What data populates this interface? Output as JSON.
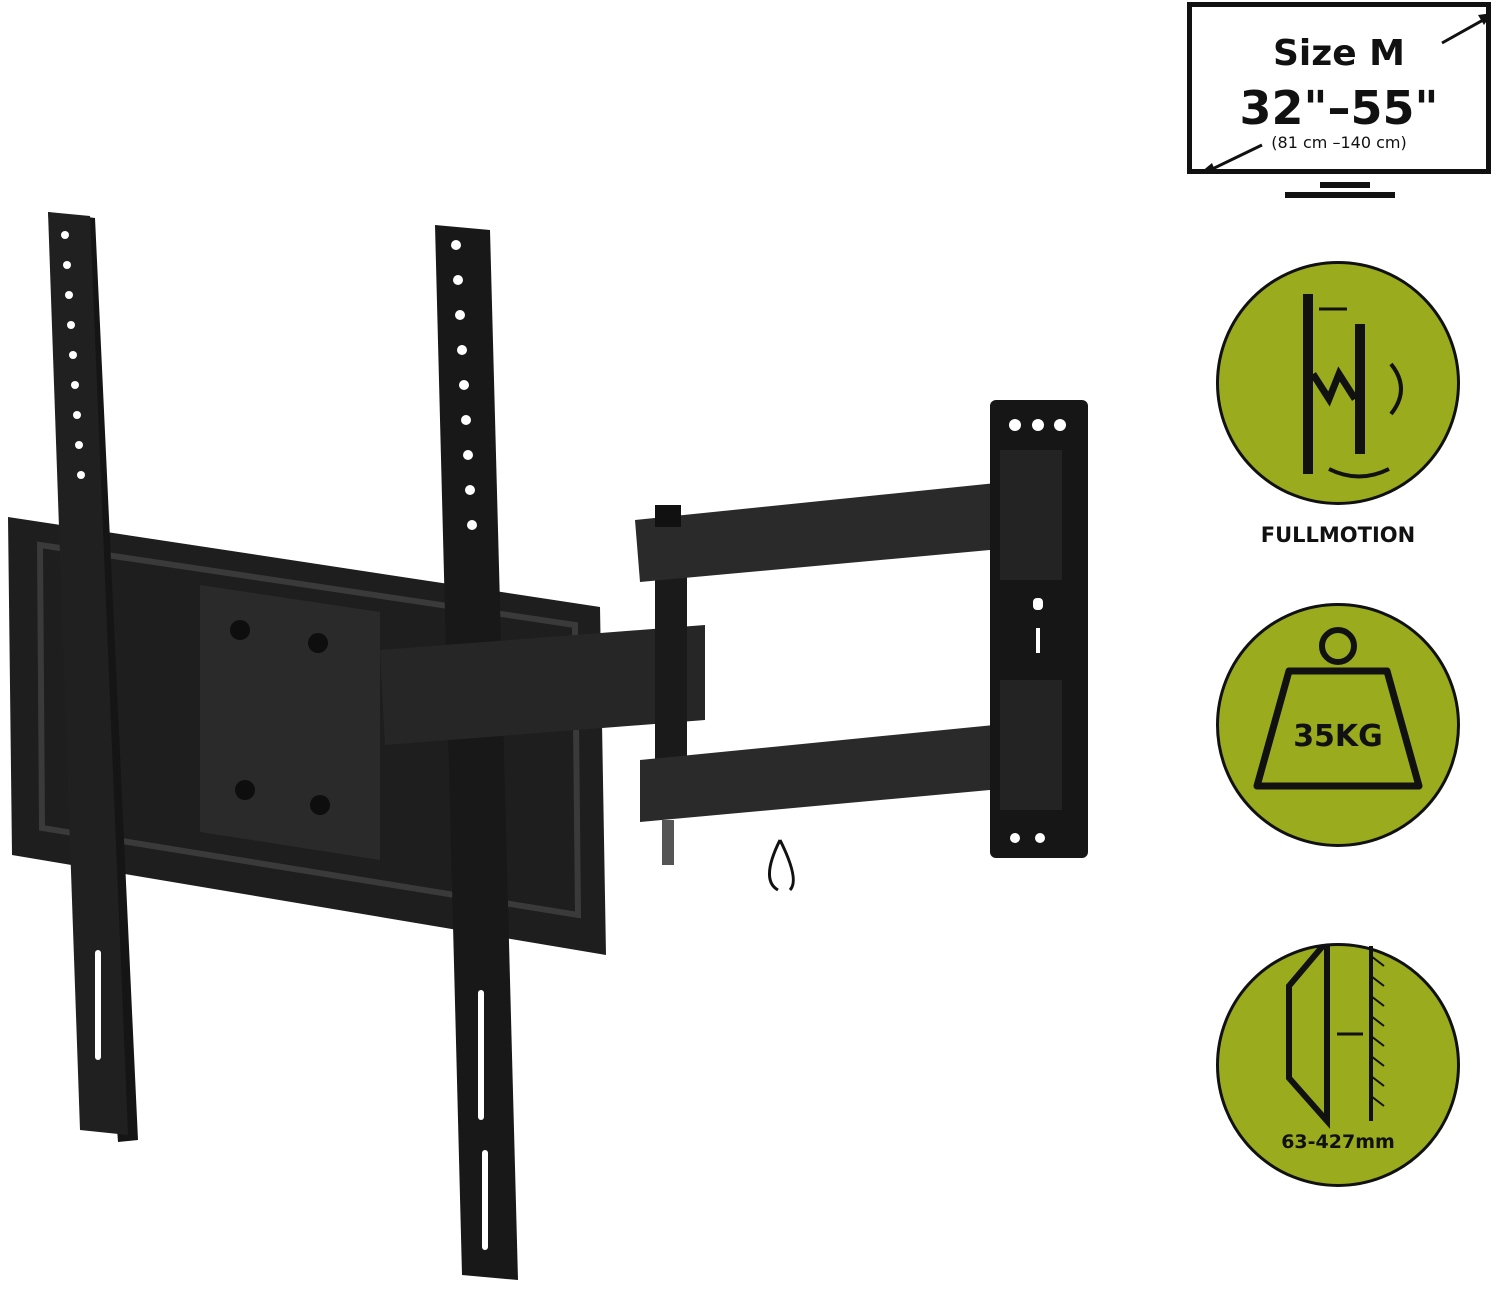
{
  "size_badge": {
    "title": "Size M",
    "range_inches": "32\"–55\"",
    "range_cm": "(81 cm –140 cm)"
  },
  "features": [
    {
      "icon": "fullmotion-icon",
      "label": "FULLMOTION"
    },
    {
      "icon": "weight-icon",
      "label": "35KG"
    },
    {
      "icon": "wall-distance-icon",
      "label": "63-427mm"
    }
  ],
  "colors": {
    "accent": "#9aab1e",
    "mount": "#1c1c1c"
  }
}
